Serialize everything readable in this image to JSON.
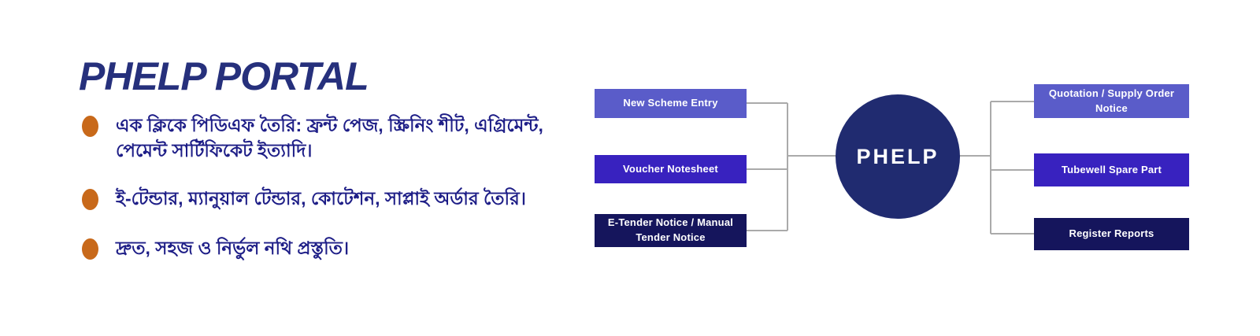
{
  "page": {
    "background_color": "#ffffff"
  },
  "hero": {
    "title": "PHELP PORTAL",
    "title_color": "#26307c",
    "text_color": "#1e1e87",
    "bullet_dot_color": "#c8691a",
    "bullets": [
      {
        "text": " এক ক্লিকে পিডিএফ তৈরি: ফ্রন্ট পেজ, স্ক্রিনিং শীট, এগ্রিমেন্ট, পেমেন্ট সার্টিফিকেট ইত্যাদি।"
      },
      {
        "text": "ই-টেন্ডার, ম্যানুয়াল টেন্ডার, কোটেশন, সাপ্লাই অর্ডার তৈরি।"
      },
      {
        "text": "দ্রুত, সহজ ও নির্ভুল নথি প্রস্তুতি।"
      }
    ]
  },
  "diagram": {
    "center": {
      "label": "PHELP",
      "color": "#202b70",
      "text_color": "#ffffff"
    },
    "connector_color": "#aaaaaa",
    "left_nodes": [
      {
        "label": "New Scheme Entry",
        "color": "#5a5cc9"
      },
      {
        "label": "Voucher Notesheet",
        "color": "#3822bf"
      },
      {
        "label": "E-Tender Notice / Manual Tender Notice",
        "color": "#15155c"
      }
    ],
    "right_nodes": [
      {
        "label": "Quotation / Supply Order Notice",
        "color": "#5a5cc9"
      },
      {
        "label": "Tubewell Spare Part",
        "color": "#3822bf"
      },
      {
        "label": "Register Reports",
        "color": "#15155c"
      }
    ]
  }
}
